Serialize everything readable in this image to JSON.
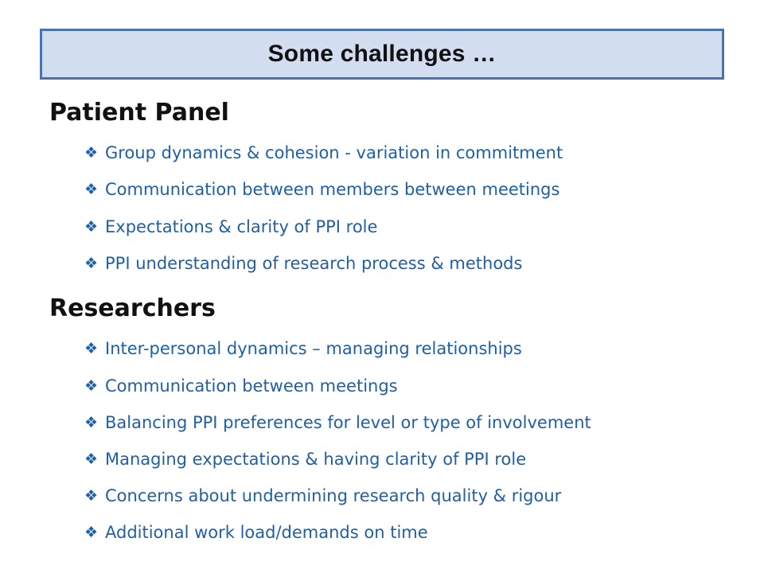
{
  "title": "Some challenges …",
  "icon": "diamond-bullet-icon",
  "accent_color": "#1f5fa8",
  "title_box_fill": "#d2ddf0",
  "title_box_border": "#4a72b0",
  "sections": [
    {
      "heading": "Patient Panel",
      "items": [
        "Group dynamics & cohesion - variation in commitment",
        "Communication between members between meetings",
        "Expectations  & clarity of PPI role",
        "PPI understanding of research process & methods"
      ]
    },
    {
      "heading": "Researchers",
      "items": [
        "Inter-personal dynamics – managing relationships",
        "Communication between meetings",
        "Balancing PPI preferences for level or type of involvement",
        "Managing expectations & having clarity of PPI role",
        "Concerns about undermining research quality & rigour",
        "Additional work load/demands on time"
      ]
    }
  ]
}
